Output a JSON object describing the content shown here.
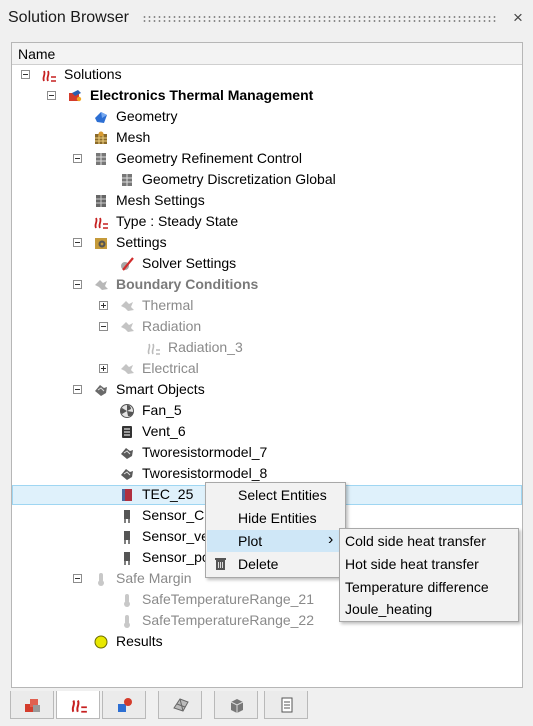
{
  "panel": {
    "title": "Solution Browser",
    "close_glyph": "×"
  },
  "tree": {
    "column_header": "Name",
    "rows": [
      {
        "label": "Solutions",
        "icon": "solutions-icon"
      },
      {
        "label": "Electronics Thermal Management",
        "icon": "project-icon"
      },
      {
        "label": "Geometry",
        "icon": "geometry-icon"
      },
      {
        "label": "Mesh",
        "icon": "mesh-icon"
      },
      {
        "label": "Geometry Refinement Control",
        "icon": "refinement-icon"
      },
      {
        "label": "Geometry Discretization Global",
        "icon": "discretization-icon"
      },
      {
        "label": "Mesh Settings",
        "icon": "mesh-settings-icon"
      },
      {
        "label": "Type : Steady State",
        "icon": "type-icon"
      },
      {
        "label": "Settings",
        "icon": "settings-icon"
      },
      {
        "label": "Solver Settings",
        "icon": "solver-settings-icon"
      },
      {
        "label": "Boundary Conditions",
        "icon": "boundary-conditions-icon"
      },
      {
        "label": "Thermal",
        "icon": "thermal-icon"
      },
      {
        "label": "Radiation",
        "icon": "radiation-icon"
      },
      {
        "label": "Radiation_3",
        "icon": "radiation-item-icon"
      },
      {
        "label": "Electrical",
        "icon": "electrical-icon"
      },
      {
        "label": "Smart Objects",
        "icon": "smart-objects-icon"
      },
      {
        "label": "Fan_5",
        "icon": "fan-icon"
      },
      {
        "label": "Vent_6",
        "icon": "vent-icon"
      },
      {
        "label": "Tworesistormodel_7",
        "icon": "resistor-model-icon"
      },
      {
        "label": "Tworesistormodel_8",
        "icon": "resistor-model-icon"
      },
      {
        "label": "TEC_25",
        "icon": "tec-icon"
      },
      {
        "label": "Sensor_Cl",
        "icon": "sensor-icon"
      },
      {
        "label": "Sensor_ve",
        "icon": "sensor-icon"
      },
      {
        "label": "Sensor_pc",
        "icon": "sensor-icon"
      },
      {
        "label": "Safe Margin",
        "icon": "safe-margin-icon"
      },
      {
        "label": "SafeTemperatureRange_21",
        "icon": "safe-range-icon"
      },
      {
        "label": "SafeTemperatureRange_22",
        "icon": "safe-range-icon"
      },
      {
        "label": "Results",
        "icon": "results-icon"
      }
    ]
  },
  "context_menu": {
    "items": [
      "Select Entities",
      "Hide Entities",
      "Plot",
      "Delete"
    ],
    "submenu_arrow": "›"
  },
  "plot_submenu": {
    "items": [
      "Cold side heat transfer",
      "Hot side heat transfer",
      "Temperature difference",
      "Joule_heating"
    ]
  },
  "bottom_tabs": [
    "model-browser-tab-icon",
    "solution-browser-tab-icon",
    "parts-tab-icon",
    "mesh-tab-icon",
    "materials-tab-icon",
    "report-tab-icon"
  ],
  "colors": {
    "selection": "#dff1fb",
    "menu_highlight": "#cfe7f7",
    "results_dot": "#e8e800"
  }
}
